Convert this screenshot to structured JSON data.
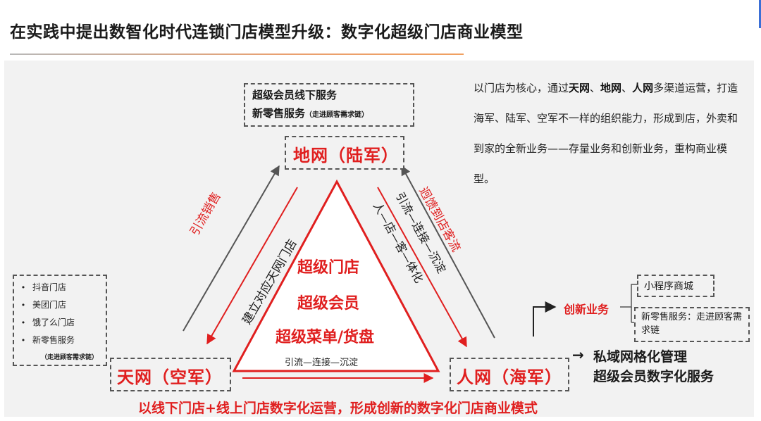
{
  "title": "在实践中提出数智化时代连锁门店模型升级：数字化超级门店商业模型",
  "top_box": {
    "line1": "超级会员线下服务",
    "line2": "新零售服务",
    "line2_note": "（走进顾客需求链）"
  },
  "nodes": {
    "earth": "地网（陆军）",
    "sky": "天网（空军）",
    "people": "人网（海军）"
  },
  "center": {
    "line1": "超级门店",
    "line2": "超级会员",
    "line3": "超级菜单/货盘"
  },
  "edges": {
    "left_outer": "引流销售",
    "left_inner": "建立对应天网门店",
    "right_outer": "迥馈到店客流",
    "right_inner_a": "引流—连接—沉淀",
    "right_inner_b": "人—店—客—体化",
    "bottom_inner": "引流—连接—沉淀"
  },
  "left_box": {
    "items": [
      "抖音门店",
      "美团门店",
      "饿了么门店",
      "新零售服务"
    ],
    "note": "（走进顾客需求链）"
  },
  "description": {
    "parts": [
      {
        "text": "以门店为核心，通过",
        "bold": false
      },
      {
        "text": "天网",
        "bold": true
      },
      {
        "text": "、",
        "bold": false
      },
      {
        "text": "地网",
        "bold": true
      },
      {
        "text": "、",
        "bold": false
      },
      {
        "text": "人网",
        "bold": true
      },
      {
        "text": "多渠道运营，打造海军、陆军、空军不一样的组织能力，形成到店，外卖和到家的全新业务——存量业务和创新业务，重构商业模型。",
        "bold": false
      }
    ]
  },
  "right_section": {
    "innovation_label": "创新业务",
    "mini_program": "小程序商城",
    "new_retail": "新零售服务：走进顾客需求链",
    "private_domain_arrow": "→",
    "private_domain": "私域网格化管理",
    "super_member": "超级会员数字化服务"
  },
  "footer": "以线下门店+线上门店数字化运营，形成创新的数字化门店商业模式",
  "colors": {
    "accent_red": "#e01f1f",
    "panel_bg": "#f2f2f2",
    "dashed_border": "#555555",
    "title_rule_orange": "#f0a060",
    "corner_blue": "#3b6fd6"
  }
}
